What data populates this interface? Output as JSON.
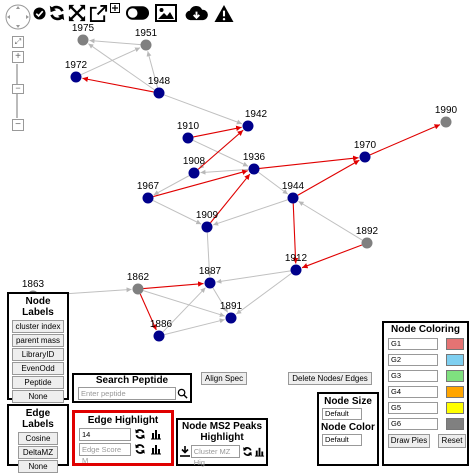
{
  "toolbar": {
    "icons": [
      "check-icon",
      "refresh-icon",
      "shuffle-icon",
      "external-link-icon",
      "toggle-icon",
      "image-icon",
      "cloud-download-icon",
      "warning-icon"
    ]
  },
  "zoom": {
    "plus": "+",
    "minus": "−",
    "fit": "⤢",
    "dash": "−"
  },
  "graph": {
    "nodes": [
      {
        "id": "1975",
        "label": "1975",
        "color": "#808080"
      },
      {
        "id": "1951",
        "label": "1951",
        "color": "#808080"
      },
      {
        "id": "1972",
        "label": "1972",
        "color": "#00008b"
      },
      {
        "id": "1948",
        "label": "1948",
        "color": "#00008b"
      },
      {
        "id": "1942",
        "label": "1942",
        "color": "#00008b"
      },
      {
        "id": "1910",
        "label": "1910",
        "color": "#00008b"
      },
      {
        "id": "1990",
        "label": "1990",
        "color": "#808080"
      },
      {
        "id": "1970",
        "label": "1970",
        "color": "#00008b"
      },
      {
        "id": "1908",
        "label": "1908",
        "color": "#00008b"
      },
      {
        "id": "1936",
        "label": "1936",
        "color": "#00008b"
      },
      {
        "id": "1967",
        "label": "1967",
        "color": "#00008b"
      },
      {
        "id": "1944",
        "label": "1944",
        "color": "#00008b"
      },
      {
        "id": "1909",
        "label": "1909",
        "color": "#00008b"
      },
      {
        "id": "1892",
        "label": "1892",
        "color": "#808080"
      },
      {
        "id": "1912",
        "label": "1912",
        "color": "#00008b"
      },
      {
        "id": "1887",
        "label": "1887",
        "color": "#00008b"
      },
      {
        "id": "1863",
        "label": "1863",
        "color": "#808080"
      },
      {
        "id": "1862",
        "label": "1862",
        "color": "#808080"
      },
      {
        "id": "1891",
        "label": "1891",
        "color": "#00008b"
      },
      {
        "id": "1886",
        "label": "1886",
        "color": "#00008b"
      }
    ],
    "edges": [
      [
        "1951",
        "1975",
        "gray"
      ],
      [
        "1972",
        "1951",
        "gray"
      ],
      [
        "1948",
        "1975",
        "gray"
      ],
      [
        "1948",
        "1972",
        "red"
      ],
      [
        "1948",
        "1951",
        "gray"
      ],
      [
        "1948",
        "1942",
        "gray"
      ],
      [
        "1910",
        "1942",
        "red"
      ],
      [
        "1910",
        "1936",
        "gray"
      ],
      [
        "1942",
        "1908",
        "gray"
      ],
      [
        "1908",
        "1942",
        "red"
      ],
      [
        "1936",
        "1908",
        "gray"
      ],
      [
        "1936",
        "1970",
        "red"
      ],
      [
        "1970",
        "1990",
        "red"
      ],
      [
        "1944",
        "1970",
        "red"
      ],
      [
        "1936",
        "1944",
        "gray"
      ],
      [
        "1967",
        "1936",
        "red"
      ],
      [
        "1908",
        "1967",
        "gray"
      ],
      [
        "1967",
        "1909",
        "gray"
      ],
      [
        "1909",
        "1936",
        "red"
      ],
      [
        "1944",
        "1909",
        "gray"
      ],
      [
        "1892",
        "1944",
        "gray"
      ],
      [
        "1944",
        "1912",
        "red"
      ],
      [
        "1892",
        "1912",
        "red"
      ],
      [
        "1909",
        "1887",
        "gray"
      ],
      [
        "1912",
        "1887",
        "gray"
      ],
      [
        "1863",
        "1862",
        "gray"
      ],
      [
        "1862",
        "1887",
        "red"
      ],
      [
        "1862",
        "1886",
        "red"
      ],
      [
        "1887",
        "1891",
        "gray"
      ],
      [
        "1886",
        "1891",
        "gray"
      ],
      [
        "1862",
        "1891",
        "gray"
      ],
      [
        "1912",
        "1891",
        "gray"
      ],
      [
        "1886",
        "1887",
        "gray"
      ]
    ]
  },
  "node_labels": {
    "title": "Node Labels",
    "buttons": [
      "cluster index",
      "parent mass",
      "LibraryID",
      "EvenOdd",
      "Peptide",
      "None"
    ]
  },
  "edge_labels": {
    "title": "Edge Labels",
    "buttons": [
      "Cosine",
      "DeltaMZ",
      "None"
    ]
  },
  "search_peptide": {
    "title": "Search Peptide",
    "placeholder": "Enter peptide",
    "icon": "search-icon"
  },
  "align_spec": "Align Spec",
  "delete_nodes": "Delete Nodes/ Edges",
  "edge_highlight": {
    "title": "Edge Highlight",
    "value": "14",
    "placeholder": "Edge Score M"
  },
  "ms2_highlight": {
    "title": "Node MS2 Peaks Highlight",
    "placeholder": "Cluster MZ Hig"
  },
  "node_size": {
    "title": "Node Size",
    "select": "Default"
  },
  "node_color": {
    "title": "Node Color",
    "select": "Default"
  },
  "node_coloring": {
    "title": "Node Coloring",
    "groups": [
      {
        "label": "G1",
        "color": "#e57373"
      },
      {
        "label": "G2",
        "color": "#7ecff0"
      },
      {
        "label": "G3",
        "color": "#7fe07f"
      },
      {
        "label": "G4",
        "color": "#ffa500"
      },
      {
        "label": "G5",
        "color": "#ffff00"
      },
      {
        "label": "G6",
        "color": "#808080"
      }
    ],
    "draw_pies": "Draw Pies",
    "reset": "Reset"
  },
  "colors": {
    "red_edge": "#e00000",
    "gray_edge": "#c0c0c0",
    "highlight_border": "#e00000"
  }
}
